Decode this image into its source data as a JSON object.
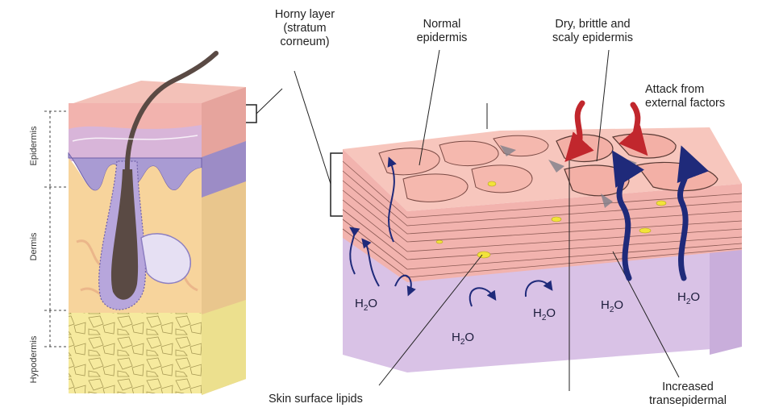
{
  "labels": {
    "horny_layer": "Horny layer\n(stratum\ncorneum)",
    "normal_epidermis": "Normal\nepidermis",
    "dry_epidermis": "Dry, brittle and\nscaly epidermis",
    "attack": "Attack from\nexternal factors",
    "skin_surface_lipids": "Skin surface lipids",
    "increased_tewl": "Increased\ntransepidermal"
  },
  "side_labels": {
    "epidermis": "Epidermis",
    "dermis": "Dermis",
    "hypodermis": "Hypodermis"
  },
  "water": {
    "symbol": "H",
    "subscript": "2",
    "suffix": "O"
  },
  "colors": {
    "epidermis_pink": "#f2b3ae",
    "horny_layer_pink": "#f7c6bd",
    "basal_purple": "#a99bd3",
    "dermis_peach": "#f7d49c",
    "hypodermis_yellow": "#f6ea9e",
    "dermis_block_violet": "#d9c2e6",
    "water_arrow": "#1f2a7a",
    "attack_arrow": "#c1272d",
    "lipid_yellow": "#f2e33a",
    "hair": "#5a4a44"
  }
}
